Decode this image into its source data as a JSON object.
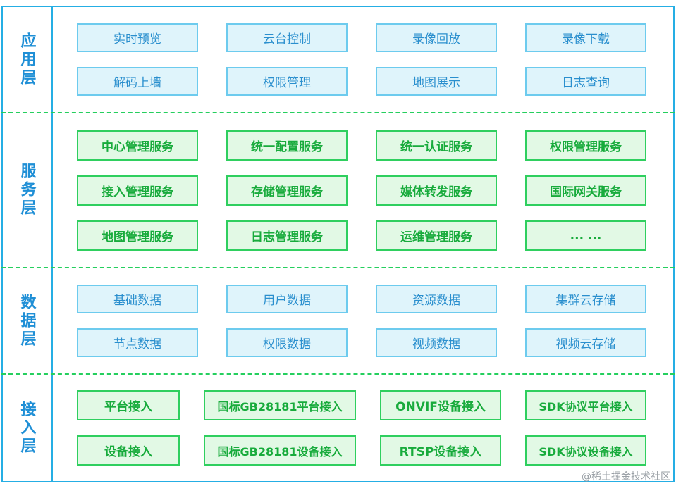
{
  "layers": {
    "app": {
      "label": "应用层",
      "items": [
        "实时预览",
        "云台控制",
        "录像回放",
        "录像下载",
        "解码上墙",
        "权限管理",
        "地图展示",
        "日志查询"
      ]
    },
    "service": {
      "label": "服务层",
      "items": [
        "中心管理服务",
        "统一配置服务",
        "统一认证服务",
        "权限管理服务",
        "接入管理服务",
        "存储管理服务",
        "媒体转发服务",
        "国际网关服务",
        "地图管理服务",
        "日志管理服务",
        "运维管理服务",
        "... ..."
      ]
    },
    "data": {
      "label": "数据层",
      "items": [
        "基础数据",
        "用户数据",
        "资源数据",
        "集群云存储",
        "节点数据",
        "权限数据",
        "视频数据",
        "视频云存储"
      ]
    },
    "access": {
      "label": "接入层",
      "items": [
        "平台接入",
        "国标GB28181平台接入",
        "ONVIF设备接入",
        "SDK协议平台接入",
        "设备接入",
        "国标GB28181设备接入",
        "RTSP设备接入",
        "SDK协议设备接入"
      ]
    }
  },
  "watermark": "@稀土掘金技术社区",
  "colors": {
    "frame": "#25aee4",
    "divider": "#25cf5e",
    "label": "#1f8fd6",
    "blue_fill": "#dff4fb",
    "blue_border": "#6dcbee",
    "blue_text": "#2a8fce",
    "green_fill": "#e2f9e5",
    "green_border": "#2fcf5f",
    "green_text": "#18ab3c"
  }
}
